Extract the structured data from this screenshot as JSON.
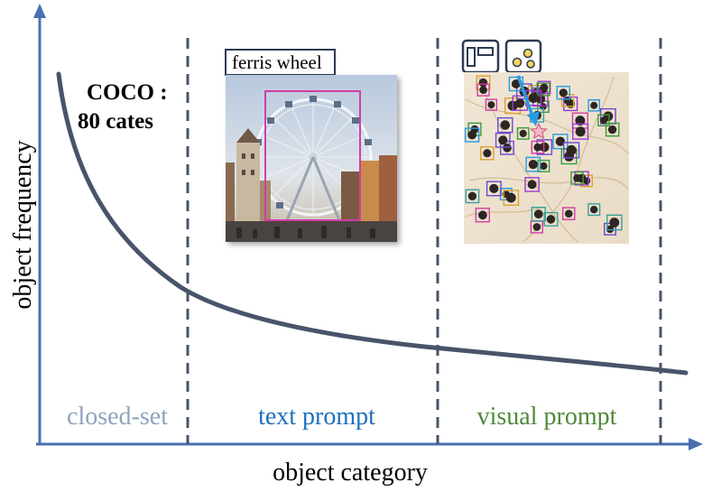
{
  "axes": {
    "y_label": "object frequency",
    "x_label": "object category"
  },
  "annotation": {
    "line1": "COCO :",
    "line2": "80 cates"
  },
  "regions": {
    "closed_set": "closed-set",
    "text_prompt": "text prompt",
    "visual_prompt_word1": "visual",
    "visual_prompt_word2": "prompt"
  },
  "text_prompt_image": {
    "caption": "ferris wheel"
  },
  "colors": {
    "axis": "#4a6fb0",
    "curve": "#47546a",
    "divider": "#47546a",
    "closed_set": "#8fa3be",
    "text_prompt": "#1f6fbd",
    "visual_prompt": "#4e8a3a",
    "box_magenta": "#d23ea6",
    "arrow_blue": "#2a9be0"
  },
  "icons": [
    "box-layout-icon",
    "point-prompt-icon",
    "star-marker-icon"
  ]
}
